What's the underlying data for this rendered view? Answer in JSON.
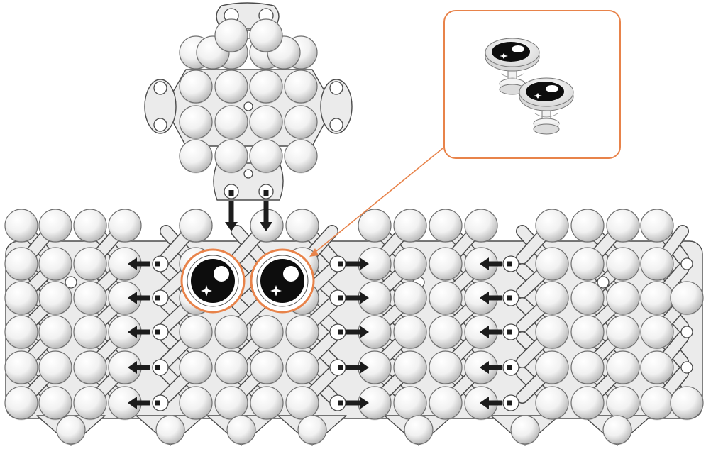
{
  "figure": {
    "description_free": true,
    "colors": {
      "background": "#ffffff",
      "plate_fill": "#ebebeb",
      "plate_stroke": "#4a4a4a",
      "ball_light": "#ffffff",
      "ball_dark": "#bdbdbd",
      "arrow": "#1c1c1c",
      "accent": "#e8834a",
      "eye_black": "#0d0d0d"
    },
    "icons": {
      "eye": "googly-eye-icon",
      "arrow_left": "arrow-left-icon",
      "arrow_right": "arrow-right-icon",
      "arrow_down": "arrow-down-icon",
      "callout": "eye-peg-callout"
    },
    "arrows": {
      "down_count": 2,
      "left_count": 10,
      "right_count": 5
    },
    "eyes": {
      "count": 2,
      "callout_pegs": 2
    }
  }
}
